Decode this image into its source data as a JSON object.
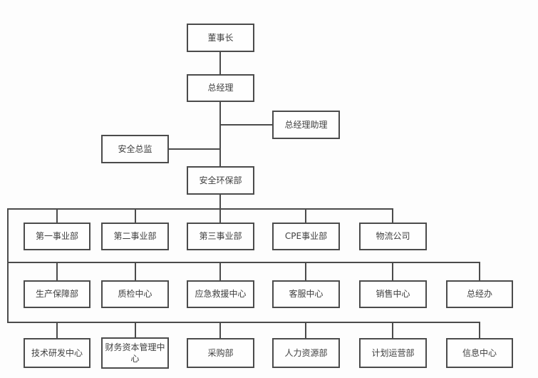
{
  "chart": {
    "type": "org-chart",
    "line_color": "#4b4b4b",
    "box_border_color": "#4b4b4b",
    "box_fill": "#fefefe",
    "text_color": "#3f3f3f",
    "background": "#fdfdfd"
  },
  "nodes": {
    "chairman": {
      "label": "董事长"
    },
    "general_manager": {
      "label": "总经理"
    },
    "gm_assistant": {
      "label": "总经理助理"
    },
    "safety_director": {
      "label": "安全总监"
    },
    "safety_env_dept": {
      "label": "安全环保部"
    },
    "tier1": [
      {
        "label": "第一事业部"
      },
      {
        "label": "第二事业部"
      },
      {
        "label": "第三事业部"
      },
      {
        "label": "CPE事业部"
      },
      {
        "label": "物流公司"
      }
    ],
    "tier2": [
      {
        "label": "生产保障部"
      },
      {
        "label": "质检中心"
      },
      {
        "label": "应急救援中心"
      },
      {
        "label": "客服中心"
      },
      {
        "label": "销售中心"
      },
      {
        "label": "总经办"
      }
    ],
    "tier3": [
      {
        "label": "技术研发中心"
      },
      {
        "label": "财务资本管理中心"
      },
      {
        "label": "采购部"
      },
      {
        "label": "人力资源部"
      },
      {
        "label": "计划运营部"
      },
      {
        "label": "信息中心"
      }
    ]
  },
  "connections": [
    {
      "from": "董事长",
      "to": [
        "总经理"
      ]
    },
    {
      "from": "总经理",
      "to": [
        "总经理助理",
        "安全总监",
        "安全环保部"
      ]
    },
    {
      "from": "安全环保部",
      "to": [
        "第一事业部",
        "第二事业部",
        "第三事业部",
        "CPE事业部",
        "物流公司",
        "生产保障部",
        "质检中心",
        "应急救援中心",
        "客服中心",
        "销售中心",
        "总经办",
        "技术研发中心",
        "财务资本管理中心",
        "采购部",
        "人力资源部",
        "计划运营部",
        "信息中心"
      ]
    }
  ]
}
